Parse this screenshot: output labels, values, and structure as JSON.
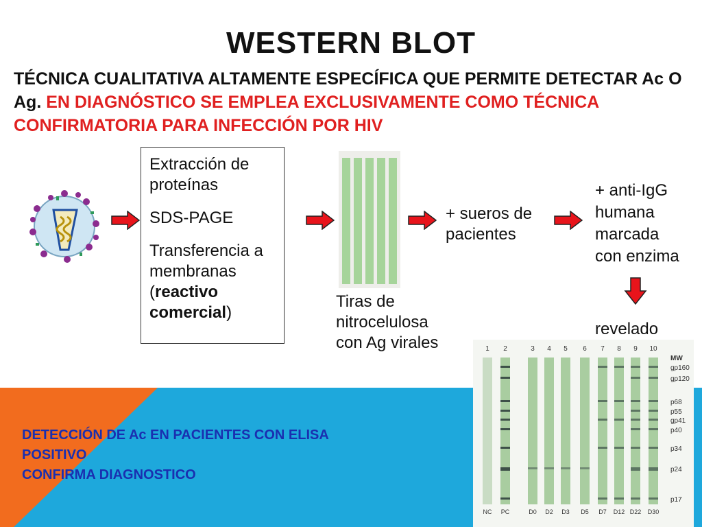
{
  "slide": {
    "title": "WESTERN BLOT",
    "lead_black": "TÉCNICA CUALITATIVA ALTAMENTE ESPECÍFICA QUE PERMITE DETECTAR Ac O Ag.",
    "lead_red": "EN DIAGNÓSTICO SE EMPLEA EXCLUSIVAMENTE COMO TÉCNICA CONFIRMATORIA PARA INFECCIÓN POR HIV"
  },
  "protein_box": {
    "step1": "Extracción de proteínas",
    "step2": "SDS-PAGE",
    "step3_prefix": "Transferencia a membranas (",
    "step3_bold": "reactivo comercial",
    "step3_suffix": ")"
  },
  "strips": {
    "caption_line1": "Tiras de",
    "caption_line2": "nitrocelulosa",
    "caption_line3": "con Ag virales"
  },
  "sera": {
    "line1": "+ sueros de",
    "line2": "pacientes"
  },
  "antibody": {
    "line1": "+ anti-IgG",
    "line2": "humana",
    "line3": "marcada",
    "line4": "con enzima"
  },
  "reveal": {
    "label": "revelado"
  },
  "blot": {
    "lane_numbers": [
      "1",
      "2",
      "3",
      "4",
      "5",
      "6",
      "7",
      "8",
      "9",
      "10"
    ],
    "lane_codes": [
      "NC",
      "PC",
      "D0",
      "D2",
      "D3",
      "D5",
      "D7",
      "D12",
      "D22",
      "D30"
    ],
    "mw_header": "MW",
    "markers": [
      "gp160",
      "gp120",
      "p68",
      "p55",
      "gp41",
      "p40",
      "p34",
      "p24",
      "p17"
    ]
  },
  "banner": {
    "line1": "DETECCIÓN DE Ac EN PACIENTES CON ELISA",
    "line2": "POSITIVO",
    "line3": "CONFIRMA DIAGNOSTICO"
  },
  "colors": {
    "red_text": "#e02020",
    "banner_blue": "#1ea8dc",
    "banner_orange": "#f26c1e",
    "banner_text": "#1a2fb0",
    "arrow_red": "#e8141b"
  }
}
